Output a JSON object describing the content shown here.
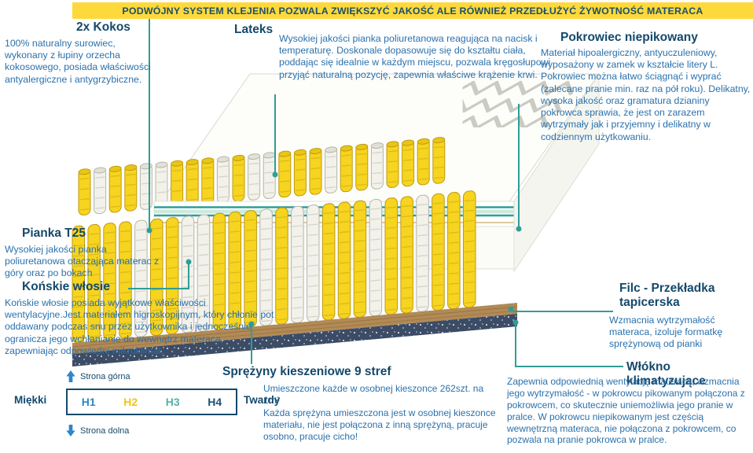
{
  "banner": {
    "text": "PODWÓJNY SYSTEM KLEJENIA POZWALA ZWIĘKSZYĆ JAKOŚĆ ALE RÓWNIEŻ PRZEDŁUŻYĆ ŻYWOTNOŚĆ MATERACA"
  },
  "annotations": {
    "kokos": {
      "title": "2x Kokos",
      "body": "100% naturalny surowiec, wykonany z łupiny orzecha kokosowego, posiada właściwości antyalergiczne i antygrzybiczne."
    },
    "lateks": {
      "title": "Lateks",
      "body": "Wysokiej jakości pianka poliuretanowa reagująca na nacisk i temperaturę. Doskonale dopasowuje się do kształtu ciała, poddając się idealnie w każdym miejscu, pozwala kręgosłupowi przyjąć naturalną pozycję, zapewnia właściwe krążenie krwi."
    },
    "pokrowiec": {
      "title": "Pokrowiec niepikowany",
      "body": "Materiał hipoalergiczny, antyuczuleniowy, wyposażony w zamek w kształcie litery L. Pokrowiec można łatwo ściągnąć i wyprać (zalecane pranie min. raz na pół roku). Delikatny, wysoka jakość oraz gramatura dzianiny pokrowca sprawia, że jest on zarazem wytrzymały jak i przyjemny i delikatny w codziennym użytkowaniu."
    },
    "pianka": {
      "title": "Pianka T25",
      "body": "Wysokiej jakości pianka poliuretanowa otaczająca materac z góry oraz po bokach"
    },
    "konskie": {
      "title": "Końskie włosie",
      "body": "Końskie włosie posiada wyjątkowe właściwości wentylacyjne.Jest materiałem higroskopijnym, który chłonie pot oddawany podczas snu przez użytkownika i jednocześnie ogranicza jego wchłanianie do wewnątrz materaca, zapewniając odpowiedni mikroklimat."
    },
    "sprezyny": {
      "title": "Sprężyny kieszeniowe 9 stref",
      "body1": "Umieszczone każde w osobnej kieszonce 262szt. na 1m²",
      "body2": "Każda sprężyna umieszczona jest w osobnej kieszonce materiału, nie jest połączona z inną sprężyną, pracuje osobno, pracuje cicho!"
    },
    "filc": {
      "title": "Filc - Przekładka tapicerska",
      "body": "Wzmacnia wytrzymałość materaca, izoluje formatkę sprężynową od pianki"
    },
    "wlokno": {
      "title": "Włókno klimatyzujące",
      "body": "Zapewnia odpowiednią wentylację materaca, wzmacnia jego wytrzymałość - w pokrowcu pikowanym połączona z pokrowcem, co skutecznie uniemożliwia jego pranie w pralce. W pokrowcu niepikowanym jest częścią wewnętrzną materaca, nie połączona z pokrowcem, co pozwala na pranie pokrowca w pralce."
    }
  },
  "hardness": {
    "top_label": "Strona górna",
    "bottom_label": "Strona dolna",
    "soft_label": "Miękki",
    "hard_label": "Twardy",
    "levels": [
      {
        "label": "H1",
        "color": "#2e86c1"
      },
      {
        "label": "H2",
        "color": "#f0c419"
      },
      {
        "label": "H3",
        "color": "#52b3a4"
      },
      {
        "label": "H4",
        "color": "#1a5276"
      }
    ]
  },
  "colors": {
    "banner_bg": "#ffd93c",
    "banner_text": "#1c5068",
    "heading": "#14496b",
    "body": "#2a71ad",
    "teal": "#2f9e96",
    "arrow_blue": "#2f86c8",
    "spring_yellow": "#f6d41f",
    "spring_white": "#f2f1ea",
    "felt_brown": "#b18a56",
    "base_navy": "#3c4c66"
  }
}
